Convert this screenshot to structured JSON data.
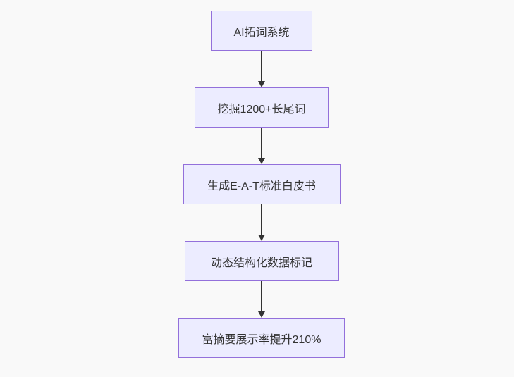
{
  "flowchart": {
    "direction": "top-down",
    "colors": {
      "background": "#f9f9f9",
      "node_fill": "#ECECFF",
      "node_border": "#9370DB",
      "node_text": "#333333",
      "arrow": "#333333"
    },
    "nodes": [
      {
        "label": "AI拓词系统"
      },
      {
        "label": "挖掘1200+长尾词"
      },
      {
        "label": "生成E-A-T标准白皮书"
      },
      {
        "label": "动态结构化数据标记"
      },
      {
        "label": "富摘要展示率提升210%"
      }
    ]
  }
}
